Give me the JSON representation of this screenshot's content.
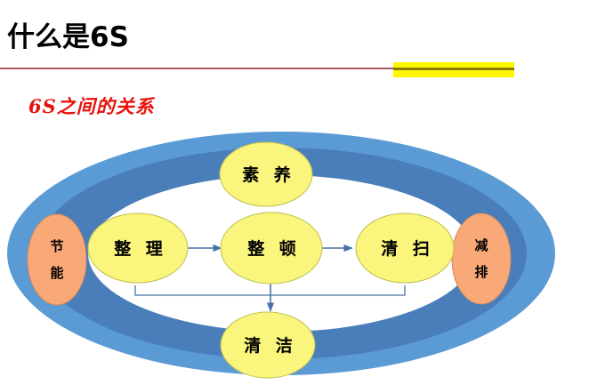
{
  "header": {
    "title": "什么是6S",
    "subtitle": "6S之间的关系",
    "rule_color": "#A85B63",
    "accent_bar_color": "#FFF700",
    "accent_line_color": "#8C7A05",
    "subtitle_color": "#E8120B"
  },
  "diagram": {
    "type": "concentric-ellipse-flow",
    "ring_outer_color": "#5B9BD5",
    "ring_inner_color": "#4A7EBB",
    "center_color": "#FFFFFF",
    "node_yellow_fill": "#FAF57C",
    "node_yellow_stroke": "#BFBF50",
    "node_orange_fill": "#F9A977",
    "node_orange_stroke": "#D08A5C",
    "connector_color": "#4472A8",
    "nodes": {
      "top": {
        "label": "素 养",
        "shape": "ellipse",
        "fill": "yellow"
      },
      "flow": [
        {
          "label": "整 理",
          "shape": "ellipse",
          "fill": "yellow"
        },
        {
          "label": "整 顿",
          "shape": "ellipse",
          "fill": "yellow"
        },
        {
          "label": "清 扫",
          "shape": "ellipse",
          "fill": "yellow"
        }
      ],
      "bottom": {
        "label": "清 洁",
        "shape": "ellipse",
        "fill": "yellow"
      },
      "left": {
        "label_chars": [
          "节",
          "能"
        ],
        "shape": "ellipse",
        "fill": "orange"
      },
      "right": {
        "label_chars": [
          "减",
          "排"
        ],
        "shape": "ellipse",
        "fill": "orange"
      }
    },
    "arrows": [
      {
        "from": "整 理",
        "to": "整 顿"
      },
      {
        "from": "整 顿",
        "to": "清 扫"
      },
      {
        "from": "整 顿",
        "to": "清 洁"
      }
    ]
  }
}
